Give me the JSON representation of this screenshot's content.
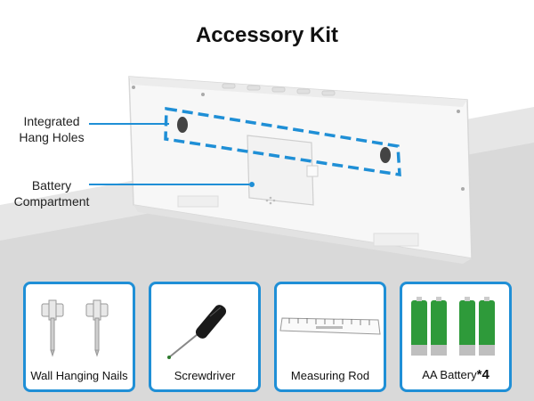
{
  "title": "Accessory Kit",
  "callouts": {
    "hang_holes_line1": "Integrated",
    "hang_holes_line2": "Hang Holes",
    "battery_line1": "Battery",
    "battery_line2": "Compartment"
  },
  "accessories": [
    {
      "label": "Wall Hanging Nails"
    },
    {
      "label": "Screwdriver"
    },
    {
      "label": "Measuring Rod"
    },
    {
      "label": "AA Battery",
      "qty": "*4"
    }
  ],
  "colors": {
    "accent": "#1f8fd6",
    "battery_green": "#2e9a3a"
  }
}
